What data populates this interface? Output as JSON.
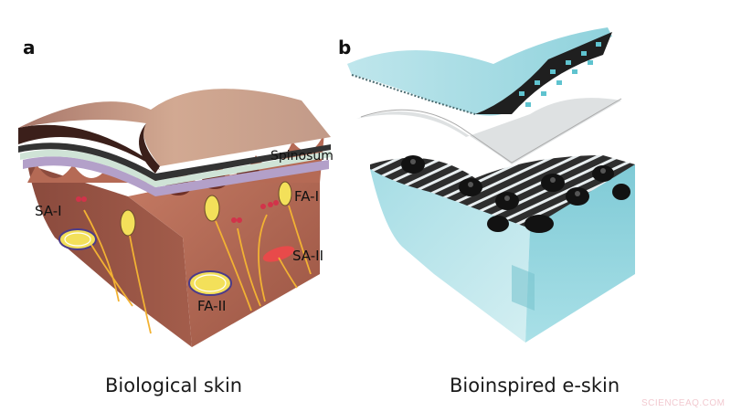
{
  "panel_a": {
    "letter": "a",
    "caption": "Biological skin",
    "labels": {
      "spinosum": "Spinosum",
      "fa1": "FA-I",
      "sa1": "SA-I",
      "sa2": "SA-II",
      "fa2": "FA-II"
    },
    "colors": {
      "skin": "#b56a55",
      "surface": "#c59a86",
      "receptor": "#f3e05a",
      "nerve": "#f2b233"
    }
  },
  "panel_b": {
    "letter": "b",
    "caption": "Bioinspired e-skin",
    "colors": {
      "substrate": "#8fd2dc",
      "sensor": "#1c1c1c"
    }
  },
  "watermark": "SCIENCEAQ.COM"
}
